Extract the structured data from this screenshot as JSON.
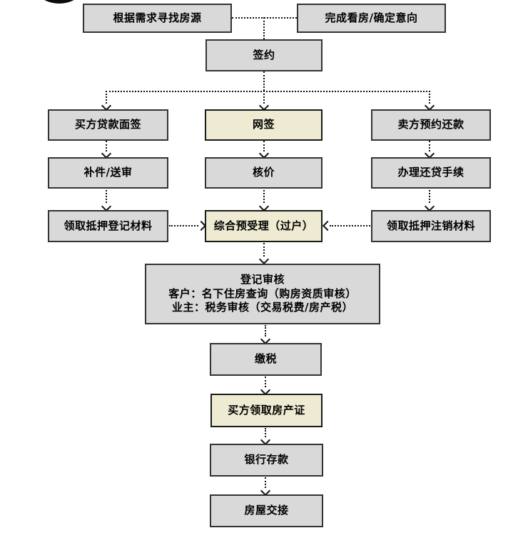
{
  "page": {
    "background": "#ffffff"
  },
  "colors": {
    "box_fill_gray": "#d9d9d9",
    "box_fill_highlight": "#eeebd2",
    "box_border": "#333333",
    "connector": "#111111"
  },
  "decoration": {
    "top_left_shape": "black-circle-partial"
  },
  "nodes": {
    "find_house": "根据需求寻找房源",
    "view_confirm": "完成看房/确定意向",
    "sign": "签约",
    "buyer_loan_interview": "买方贷款面签",
    "online_sign": "网签",
    "seller_repay_appoint": "卖方预约还款",
    "supplement_review": "补件/送审",
    "price_verify": "核价",
    "repay_procedure": "办理还贷手续",
    "mortgage_reg_materials": "领取抵押登记材料",
    "pre_acceptance": "综合预受理（过户）",
    "mortgage_cancel_materials": "领取抵押注销材料",
    "registration_review_lines": [
      "登记审核",
      "客户：名下住房查询（购房资质审核）",
      "业主：税务审核（交易税费/房产税）"
    ],
    "pay_tax": "缴税",
    "buyer_get_cert": "买方领取房产证",
    "bank_deposit": "银行存款",
    "house_handover": "房屋交接"
  }
}
